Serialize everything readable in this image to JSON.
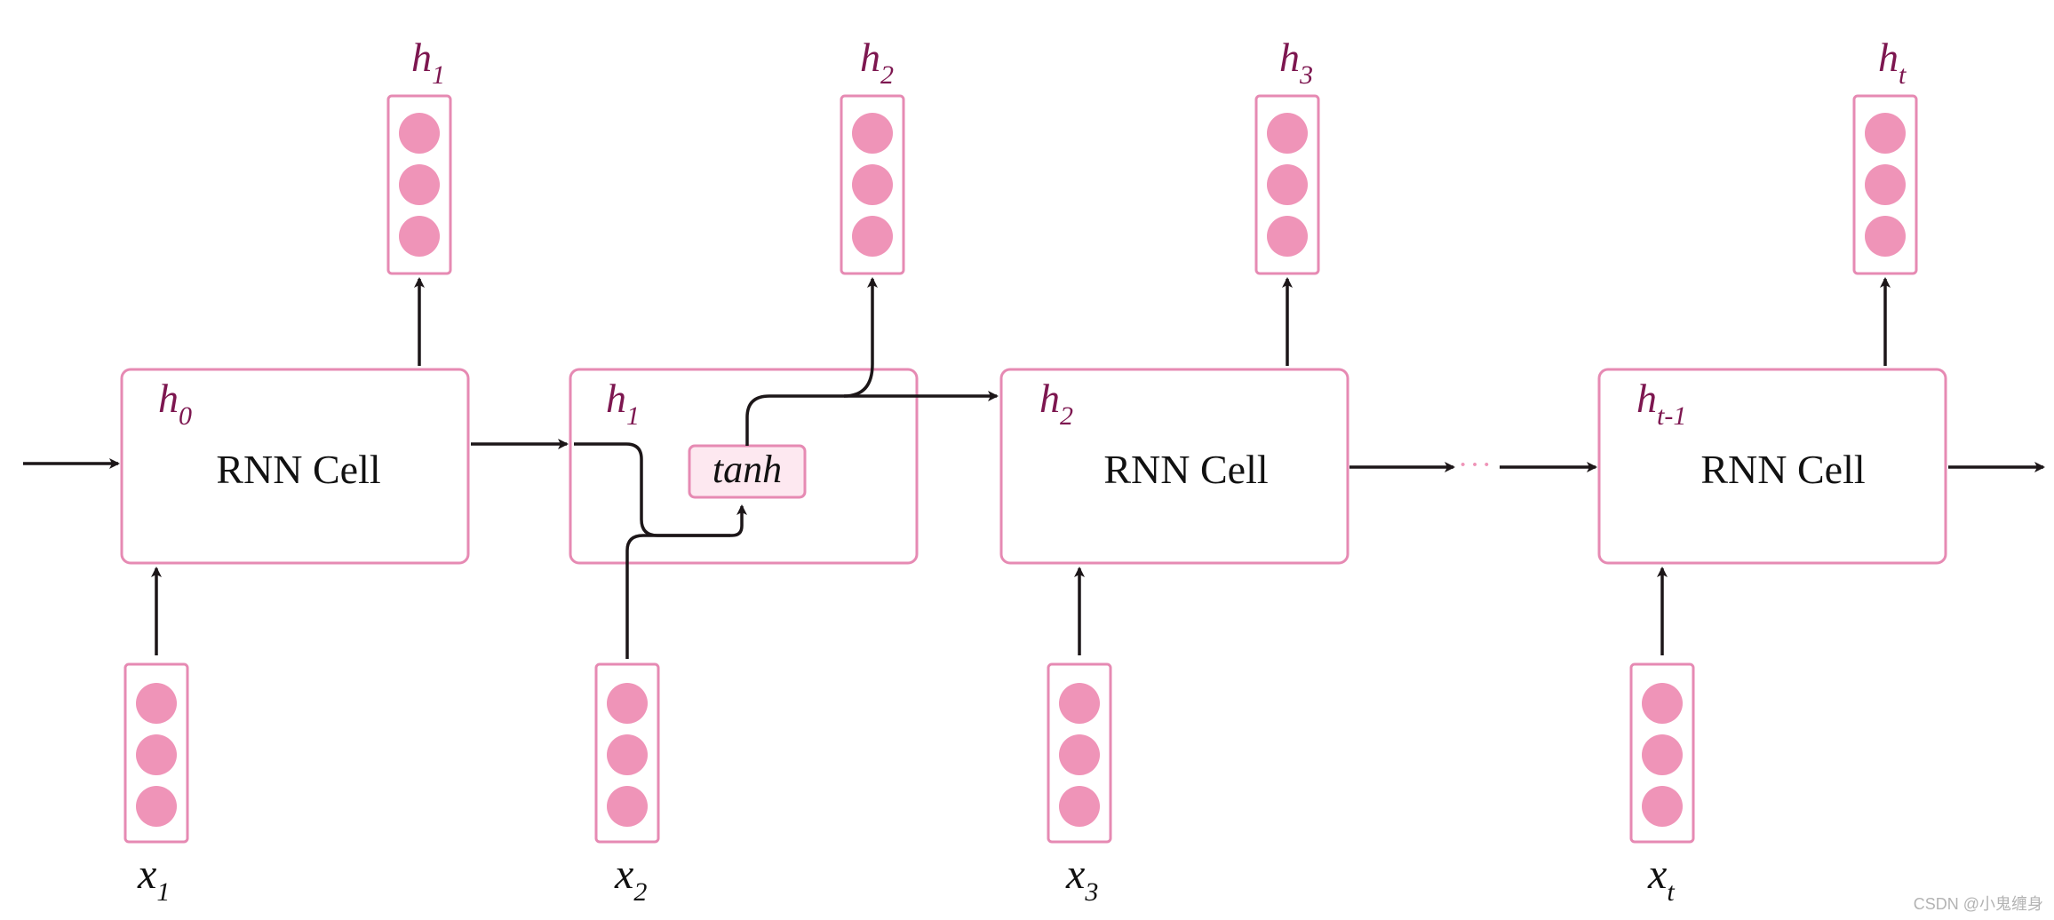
{
  "diagram": {
    "colors": {
      "accent": "#e68ab3",
      "node": "#ef94b8",
      "label": "#7d1750",
      "arrow": "#1c1618",
      "text": "#111111",
      "tanh_fill": "#fde8f0"
    },
    "cell_label": "RNN Cell",
    "tanh_label": "tanh",
    "ellipsis": "···",
    "cells": [
      {
        "h": "h",
        "sub": "0",
        "label": "RNN Cell"
      },
      {
        "h": "h",
        "sub": "1",
        "label": ""
      },
      {
        "h": "h",
        "sub": "2",
        "label": "RNN Cell"
      },
      {
        "h": "h",
        "sub": "t-1",
        "label": "RNN Cell"
      }
    ],
    "outputs": [
      {
        "h": "h",
        "sub": "1"
      },
      {
        "h": "h",
        "sub": "2"
      },
      {
        "h": "h",
        "sub": "3"
      },
      {
        "h": "h",
        "sub": "t"
      }
    ],
    "inputs": [
      {
        "x": "x",
        "sub": "1"
      },
      {
        "x": "x",
        "sub": "2"
      },
      {
        "x": "x",
        "sub": "3"
      },
      {
        "x": "x",
        "sub": "t"
      }
    ],
    "watermark": "CSDN @小鬼缠身"
  }
}
